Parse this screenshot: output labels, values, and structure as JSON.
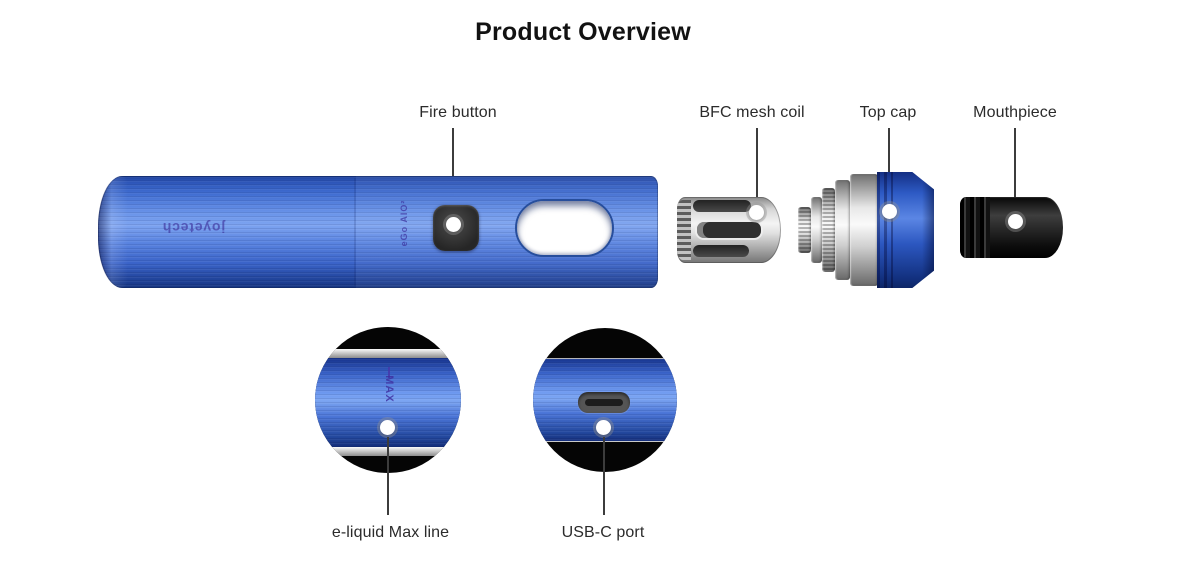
{
  "page": {
    "title": "Product Overview"
  },
  "callouts": {
    "fire_button": "Fire button",
    "bfc_mesh_coil": "BFC mesh coil",
    "top_cap": "Top cap",
    "mouthpiece": "Mouthpiece",
    "eliquid_max_line": "e-liquid Max line",
    "usbc_port": "USB-C port"
  },
  "device_texts": {
    "brand": "joyetech",
    "model": "eGo AIO²",
    "max_label": "MAX"
  },
  "colors": {
    "background": "#ffffff",
    "body_blue": "#3f6cd0",
    "body_blue_light": "#7da3f0",
    "body_blue_dark": "#17357f",
    "top_cap_blue": "#2d5ac4",
    "coil_silver": "#d6d6d6",
    "mouthpiece_black": "#111111",
    "label_text": "#2b2b2b",
    "callout_line": "#3c3c3c",
    "marker_dot": "#ffffff",
    "on_device_text_purple": "#3a2e96"
  }
}
